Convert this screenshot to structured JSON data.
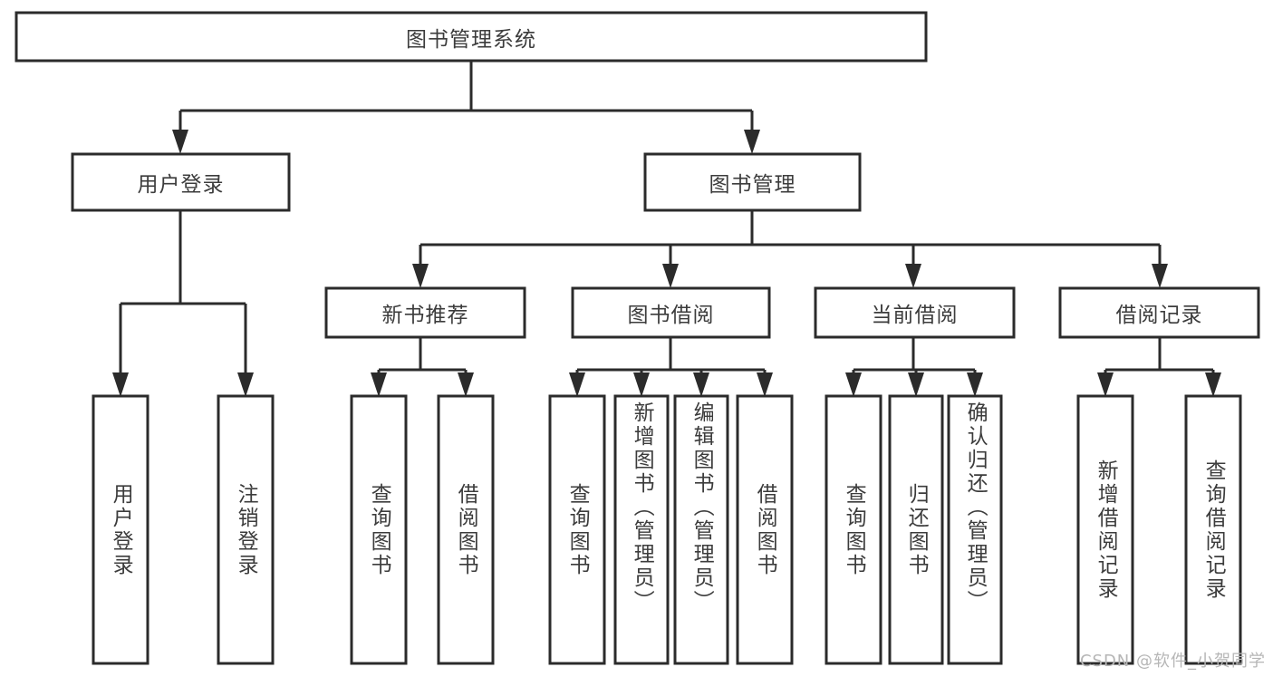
{
  "diagram": {
    "title": "图书管理系统",
    "type": "tree",
    "orientation": "top-down",
    "colors": {
      "box_stroke": "#2b2b2b",
      "box_fill": "#ffffff",
      "text": "#3c3c3c",
      "background": "#ffffff",
      "watermark": "#b6b6b6"
    },
    "root": {
      "id": "root",
      "label": "图书管理系统",
      "text_orientation": "horizontal"
    },
    "level2": [
      {
        "id": "user-login",
        "label": "用户登录",
        "text_orientation": "horizontal"
      },
      {
        "id": "book-manage",
        "label": "图书管理",
        "text_orientation": "horizontal"
      }
    ],
    "level3": [
      {
        "id": "new-book-recommend",
        "label": "新书推荐",
        "parent": "book-manage",
        "text_orientation": "horizontal"
      },
      {
        "id": "book-borrow",
        "label": "图书借阅",
        "parent": "book-manage",
        "text_orientation": "horizontal"
      },
      {
        "id": "current-borrow",
        "label": "当前借阅",
        "parent": "book-manage",
        "text_orientation": "horizontal"
      },
      {
        "id": "borrow-record",
        "label": "借阅记录",
        "parent": "book-manage",
        "text_orientation": "horizontal"
      }
    ],
    "leaves": [
      {
        "id": "leaf-user-login",
        "label": "用户登录",
        "parent": "user-login",
        "text_orientation": "vertical"
      },
      {
        "id": "leaf-user-logout",
        "label": "注销登录",
        "parent": "user-login",
        "text_orientation": "vertical"
      },
      {
        "id": "leaf-query-book-1",
        "label": "查询图书",
        "parent": "new-book-recommend",
        "text_orientation": "vertical"
      },
      {
        "id": "leaf-borrow-book-1",
        "label": "借阅图书",
        "parent": "new-book-recommend",
        "text_orientation": "vertical"
      },
      {
        "id": "leaf-query-book-2",
        "label": "查询图书",
        "parent": "book-borrow",
        "text_orientation": "vertical"
      },
      {
        "id": "leaf-add-book",
        "label": "新增图书（管理员）",
        "parent": "book-borrow",
        "text_orientation": "vertical"
      },
      {
        "id": "leaf-edit-book",
        "label": "编辑图书（管理员）",
        "parent": "book-borrow",
        "text_orientation": "vertical"
      },
      {
        "id": "leaf-borrow-book-2",
        "label": "借阅图书",
        "parent": "book-borrow",
        "text_orientation": "vertical"
      },
      {
        "id": "leaf-query-book-3",
        "label": "查询图书",
        "parent": "current-borrow",
        "text_orientation": "vertical"
      },
      {
        "id": "leaf-return-book",
        "label": "归还图书",
        "parent": "current-borrow",
        "text_orientation": "vertical"
      },
      {
        "id": "leaf-confirm-return",
        "label": "确认归还（管理员）",
        "parent": "current-borrow",
        "text_orientation": "vertical"
      },
      {
        "id": "leaf-add-record",
        "label": "新增借阅记录",
        "parent": "borrow-record",
        "text_orientation": "vertical"
      },
      {
        "id": "leaf-query-record",
        "label": "查询借阅记录",
        "parent": "borrow-record",
        "text_orientation": "vertical"
      }
    ],
    "watermark": "CSDN @软件_小贺同学"
  }
}
